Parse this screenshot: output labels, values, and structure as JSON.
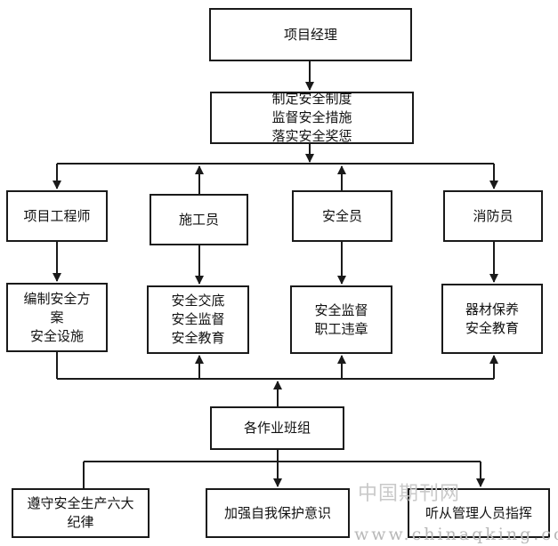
{
  "nodes": {
    "manager": [
      "项目经理"
    ],
    "policy": [
      "制定安全制度",
      "监督安全措施",
      "落实安全奖惩"
    ],
    "engineer": [
      "项目工程师"
    ],
    "constructor": [
      "施工员"
    ],
    "safety_officer": [
      "安全员"
    ],
    "fire_officer": [
      "消防员"
    ],
    "engineer_duty": [
      "编制安全方",
      "案",
      "安全设施"
    ],
    "constructor_duty": [
      "安全交底",
      "安全监督",
      "安全教育"
    ],
    "safety_duty": [
      "安全监督",
      "职工违章"
    ],
    "fire_duty": [
      "器材保养",
      "安全教育"
    ],
    "teams": [
      "各作业班组"
    ],
    "rules": [
      "遵守安全生产六大",
      "纪律"
    ],
    "awareness": [
      "加强自我保护意识"
    ],
    "obey": [
      "听从管理人员指挥"
    ]
  },
  "watermark": {
    "site_cn": "中国期刊网",
    "site_url": "www.chinaqking.com"
  }
}
